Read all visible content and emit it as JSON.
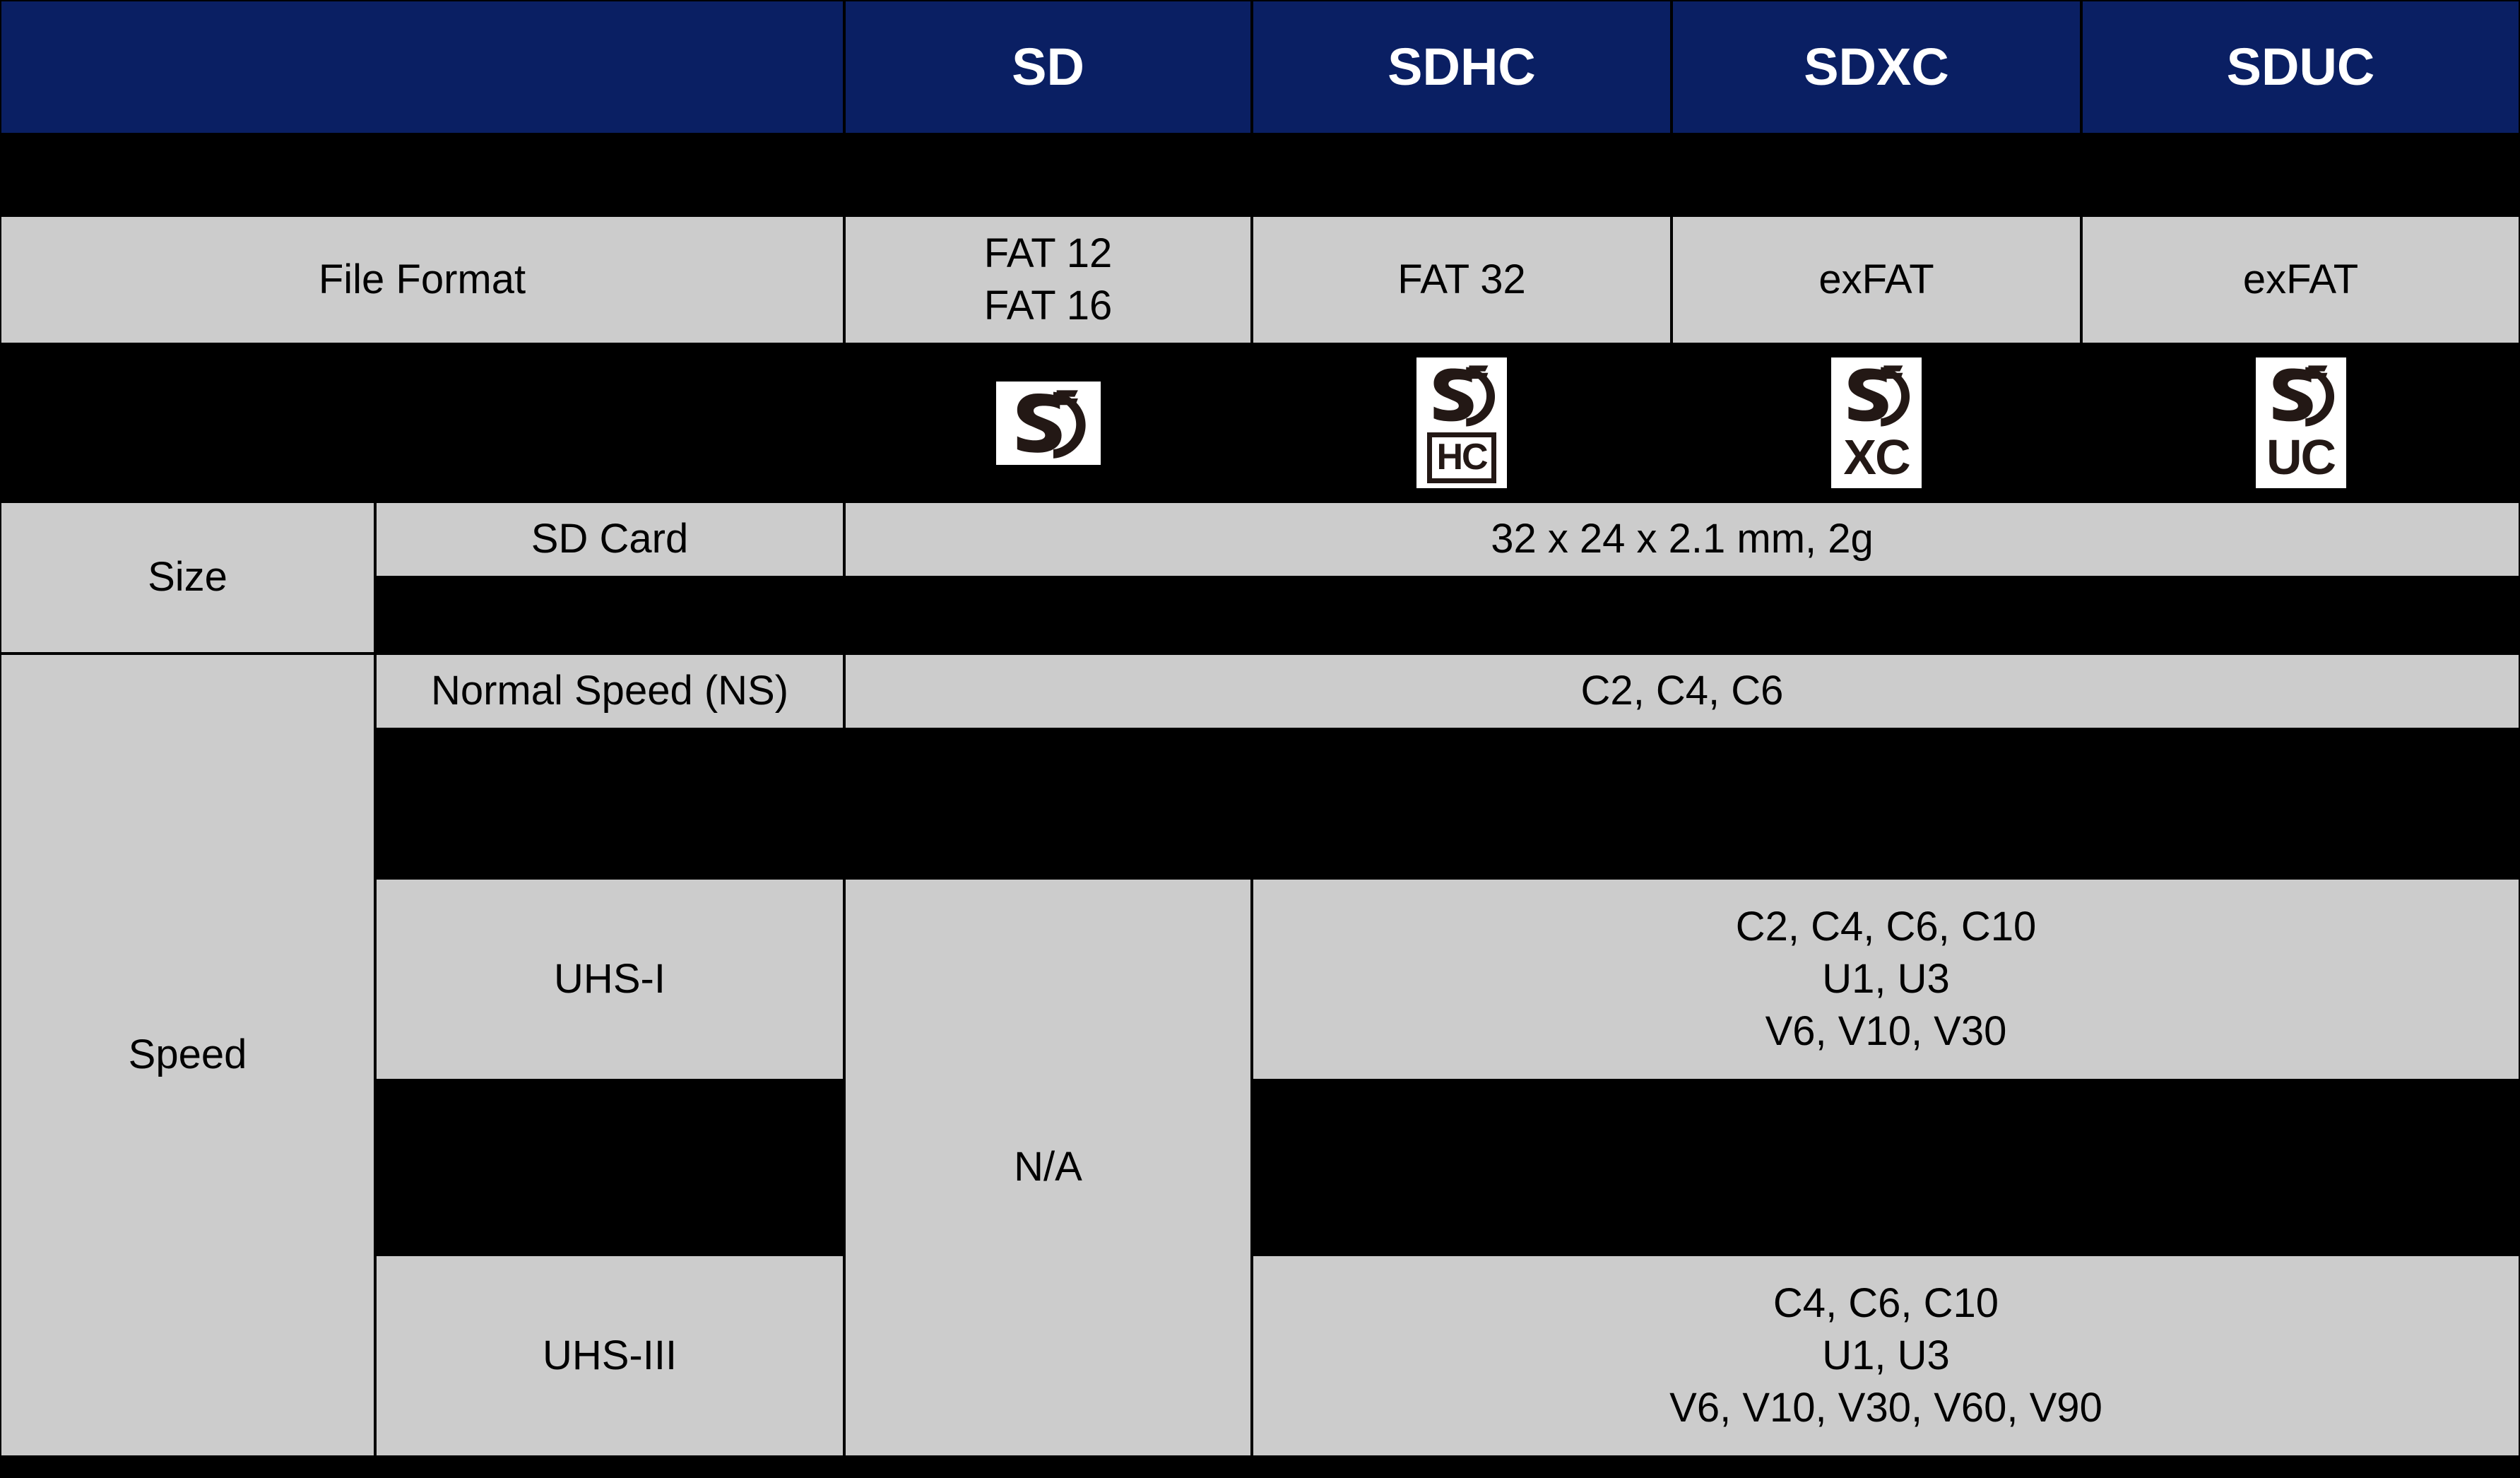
{
  "table": {
    "title_row": {
      "corner_label": "",
      "columns": [
        "SD",
        "SDHC",
        "SDXC",
        "SDUC"
      ]
    },
    "rows": {
      "file_format": {
        "label": "File Format",
        "values": [
          "FAT 12\nFAT 16",
          "FAT 32",
          "exFAT",
          "exFAT"
        ]
      },
      "logos": {
        "label": "",
        "items": [
          {
            "name": "sd-logo",
            "suffix": "",
            "boxed": false
          },
          {
            "name": "sdhc-logo",
            "suffix": "HC",
            "boxed": true
          },
          {
            "name": "sdxc-logo",
            "suffix": "XC",
            "boxed": false
          },
          {
            "name": "sduc-logo",
            "suffix": "UC",
            "boxed": false
          }
        ]
      },
      "size": {
        "label": "Size",
        "sub_label": "SD Card",
        "value": "32 x 24 x 2.1 mm,  2g"
      },
      "speed": {
        "label": "Speed",
        "normal_speed": {
          "sub_label": "Normal Speed (NS)",
          "value": "C2, C4, C6"
        },
        "uhs_i": {
          "sub_label": "UHS-I",
          "sd_value": "N/A",
          "value": "C2, C4, C6, C10\nU1, U3\nV6, V10, V30"
        },
        "uhs_iii": {
          "sub_label": "UHS-III",
          "value": "C4, C6, C10\nU1, U3\nV6, V10, V30, V60, V90"
        }
      }
    }
  },
  "colors": {
    "header_blue": "#0a1f63",
    "cell_gray": "#cccccc",
    "background": "#000000",
    "logo_dark": "#231815"
  }
}
